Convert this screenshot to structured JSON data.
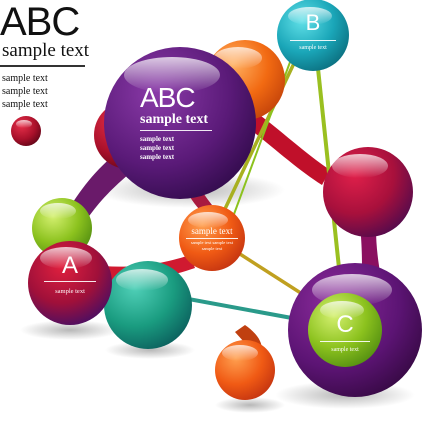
{
  "header": {
    "title": "ABC",
    "subtitle": "sample text",
    "lines": [
      "sample text",
      "sample text",
      "sample text"
    ]
  },
  "nodes": {
    "big": {
      "title": "ABC",
      "subtitle": "sample text",
      "lines": [
        "sample text",
        "sample text",
        "sample text"
      ]
    },
    "center": {
      "title": "sample text",
      "lines": [
        "sample text   sample text",
        "sample text"
      ]
    },
    "a": {
      "label": "A",
      "caption": "sample text"
    },
    "b": {
      "label": "B",
      "caption": "sample text"
    },
    "c": {
      "label": "C",
      "caption": "sample text"
    }
  },
  "colors": {
    "purple": "#5a1a78",
    "crimson": "#b0102a",
    "orange": "#f26a12",
    "green": "#8cc21e",
    "teal": "#1a9c94",
    "cyan": "#1aa6b8",
    "red": "#d41a2e"
  }
}
